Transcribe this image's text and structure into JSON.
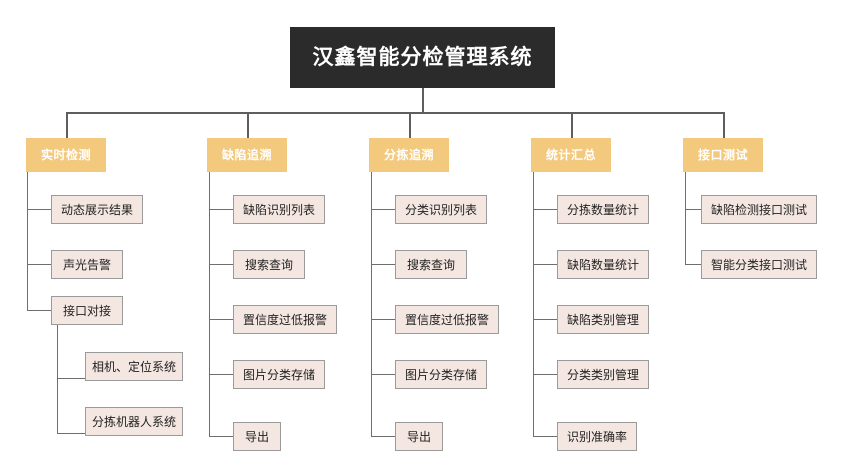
{
  "diagram": {
    "title": "汉鑫智能分检管理系统",
    "type": "org-chart",
    "colors": {
      "root_bg": "#2b2b2b",
      "root_text": "#ffffff",
      "category_bg": "#f3c97e",
      "category_text": "#ffffff",
      "leaf_bg": "#f4e7e1",
      "leaf_border": "#9a9a9a",
      "leaf_text": "#1f1f1f",
      "connector": "#6f6f6f",
      "background": "#ffffff"
    },
    "columns": [
      {
        "header": "实时检测",
        "items": [
          {
            "label": "动态展示结果"
          },
          {
            "label": "声光告警"
          },
          {
            "label": "接口对接"
          }
        ],
        "subitems": [
          {
            "label": "相机、定位系统"
          },
          {
            "label": "分拣机器人系统"
          }
        ]
      },
      {
        "header": "缺陷追溯",
        "items": [
          {
            "label": "缺陷识别列表"
          },
          {
            "label": "搜索查询"
          },
          {
            "label": "置信度过低报警"
          },
          {
            "label": "图片分类存储"
          },
          {
            "label": "导出"
          }
        ],
        "subitems": []
      },
      {
        "header": "分拣追溯",
        "items": [
          {
            "label": "分类识别列表"
          },
          {
            "label": "搜索查询"
          },
          {
            "label": "置信度过低报警"
          },
          {
            "label": "图片分类存储"
          },
          {
            "label": "导出"
          }
        ],
        "subitems": []
      },
      {
        "header": "统计汇总",
        "items": [
          {
            "label": "分拣数量统计"
          },
          {
            "label": "缺陷数量统计"
          },
          {
            "label": "缺陷类别管理"
          },
          {
            "label": "分类类别管理"
          },
          {
            "label": "识别准确率"
          }
        ],
        "subitems": []
      },
      {
        "header": "接口测试",
        "items": [
          {
            "label": "缺陷检测接口测试"
          },
          {
            "label": "智能分类接口测试"
          }
        ],
        "subitems": []
      }
    ]
  }
}
